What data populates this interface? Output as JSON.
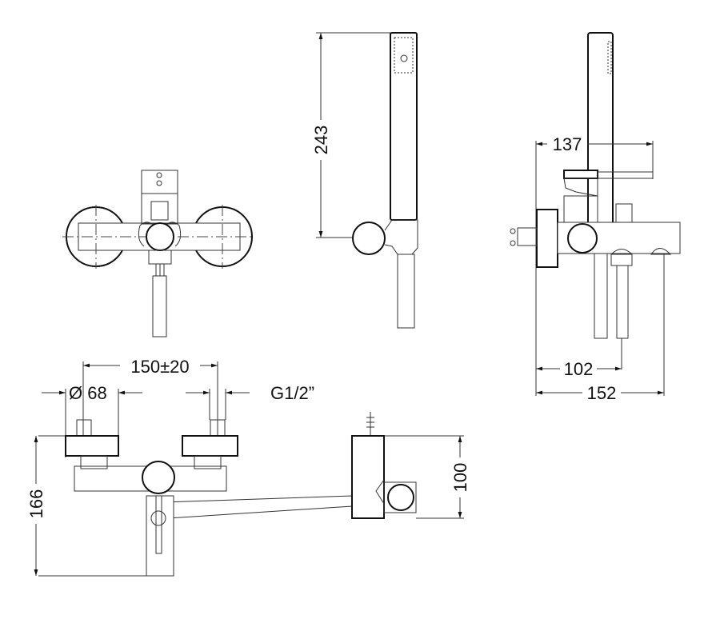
{
  "drawing": {
    "views": [
      "front-view-top",
      "handshower-side-view",
      "side-view",
      "front-view-bottom"
    ],
    "dimensions": {
      "handshower_height": "243",
      "lever_projection": "137",
      "hose_outlet_depth": "102",
      "spout_depth": "152",
      "inlet_spacing": "150±20",
      "escutcheon_diameter": "Ø 68",
      "inlet_thread": "G1/2”",
      "holder_height": "100",
      "overall_height": "166"
    },
    "line_color": "#111111",
    "background": "#ffffff"
  }
}
